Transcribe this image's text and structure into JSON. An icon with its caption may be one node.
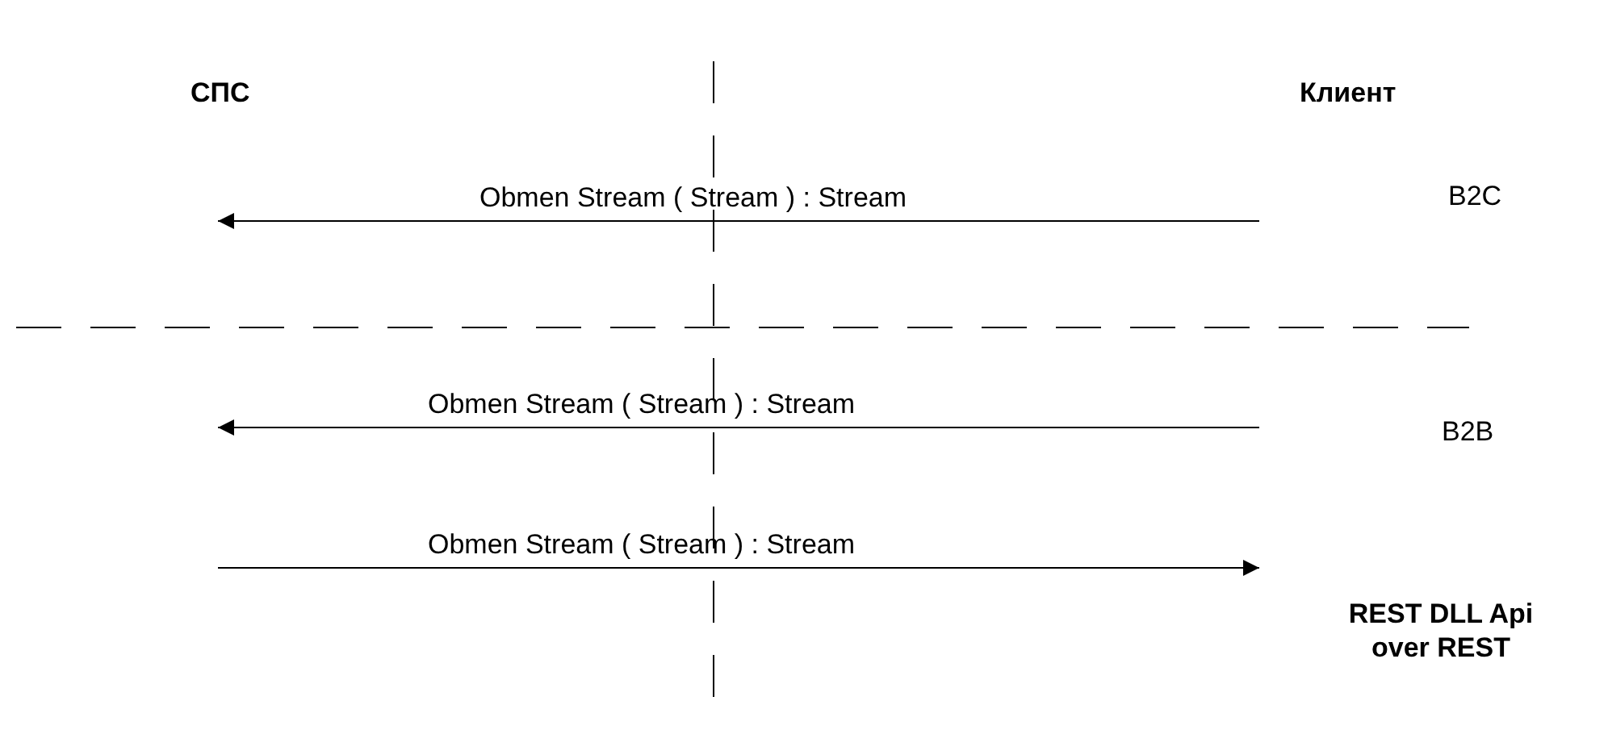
{
  "diagram": {
    "nodes": [
      {
        "text": [
          "СПС"
        ]
      },
      {
        "text": [
          "Клиент"
        ]
      }
    ],
    "labels": [
      "Obmen  Stream ( Stream ) : Stream",
      "B2C",
      "Obmen  Stream ( Stream ) : Stream",
      "B2B",
      "Obmen  Stream ( Stream ) : Stream",
      "REST DLL Api over REST"
    ]
  }
}
